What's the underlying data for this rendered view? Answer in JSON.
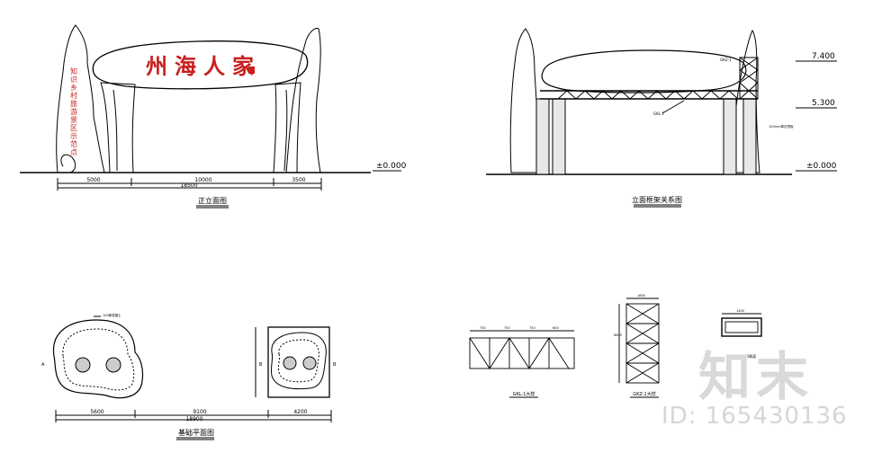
{
  "front_elevation": {
    "sign_text": "州海人家",
    "vertical_text": "知识乡村旅游景区示范点",
    "dims": {
      "left": "5000",
      "mid": "10000",
      "right": "3500",
      "total": "18500"
    },
    "level_0": "±0.000",
    "title": "正立面图"
  },
  "frame_elevation": {
    "level_high": "7.400",
    "level_mid": "5.300",
    "level_0": "±0.000",
    "label_gkz": "GKZ-1",
    "label_gkl": "GKL-1",
    "label_side": "100mm厚石膏板",
    "title": "立面框架关系图"
  },
  "foundation_plan": {
    "dims": {
      "left": "5600",
      "mid": "9100",
      "right": "4200",
      "total": "18900"
    },
    "section_a": "A",
    "section_b": "B",
    "note": "100厚混凝土",
    "title": "基础平面图"
  },
  "details": {
    "gkl_title": "GKL-1大样",
    "gkz_title": "GKZ-1大样",
    "dims_beam": [
      "750",
      "750",
      "750",
      "600"
    ],
    "dims_col_top": "1600",
    "dims_col_side": "6600",
    "dims_sec": "1400",
    "section_label": "GK2-1断面"
  },
  "watermark": {
    "logo": "知末",
    "id": "ID: 165430136"
  }
}
